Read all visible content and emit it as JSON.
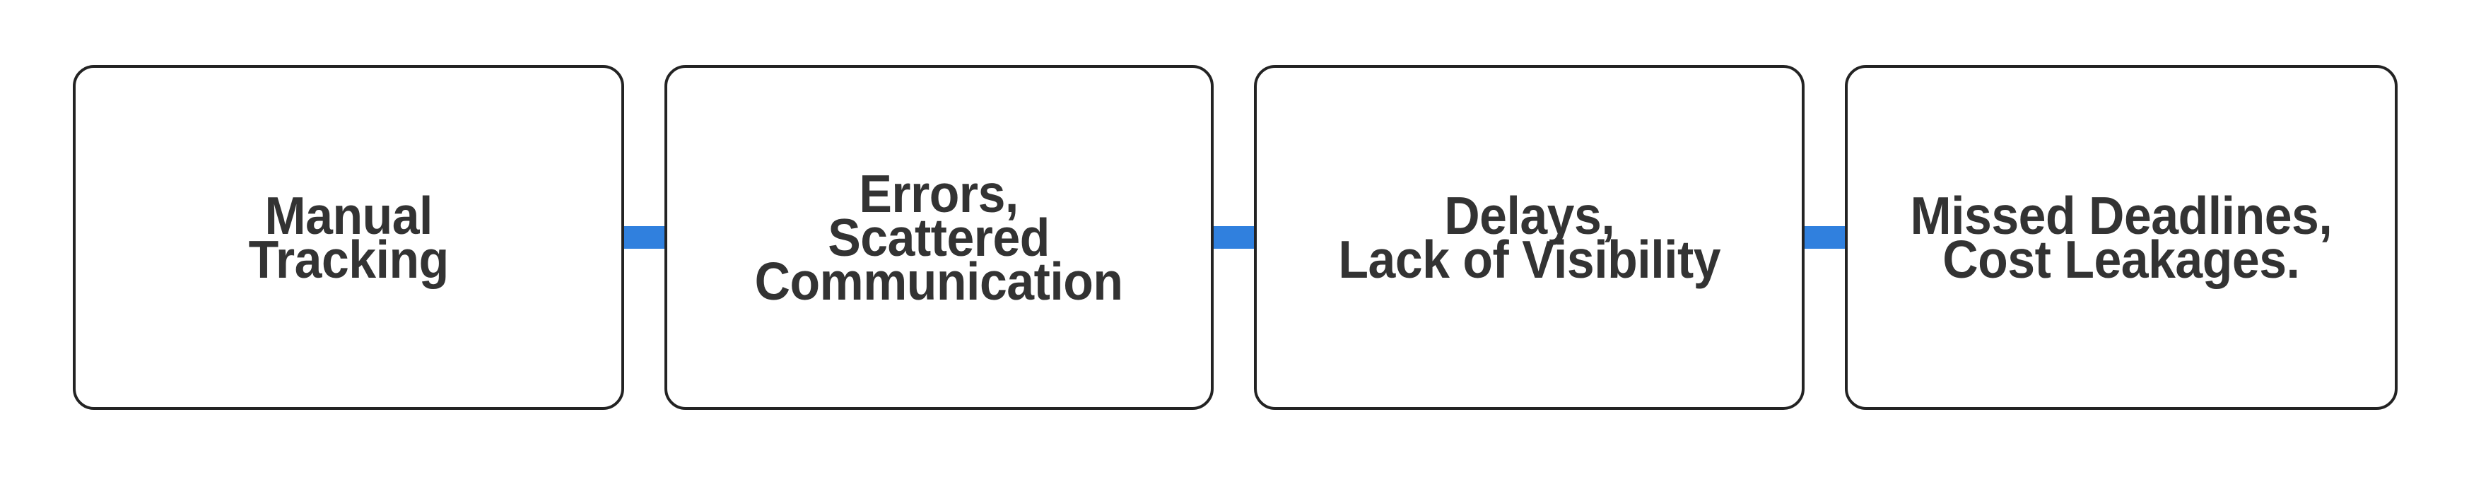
{
  "diagram": {
    "type": "horizontal-flow-chain",
    "background_color": "#ffffff",
    "node_border_color": "#232323",
    "node_fill_color": "#ffffff",
    "text_color": "#333333",
    "connector_color": "#3080de",
    "nodes": [
      {
        "id": "node-1",
        "label": "Manual\nTracking",
        "lines": [
          "Manual",
          "Tracking"
        ]
      },
      {
        "id": "node-2",
        "label": "Errors,\nScattered\nCommunication",
        "lines": [
          "Errors,",
          "Scattered",
          "Communication"
        ]
      },
      {
        "id": "node-3",
        "label": "Delays,\nLack of Visibility",
        "lines": [
          "Delays,",
          "Lack of Visibility"
        ]
      },
      {
        "id": "node-4",
        "label": "Missed Deadlines,\nCost Leakages.",
        "lines": [
          "Missed Deadlines,",
          "Cost Leakages."
        ]
      }
    ],
    "connectors": [
      {
        "id": "connector-1",
        "from": "node-1",
        "to": "node-2"
      },
      {
        "id": "connector-2",
        "from": "node-2",
        "to": "node-3"
      },
      {
        "id": "connector-3",
        "from": "node-3",
        "to": "node-4"
      }
    ]
  }
}
